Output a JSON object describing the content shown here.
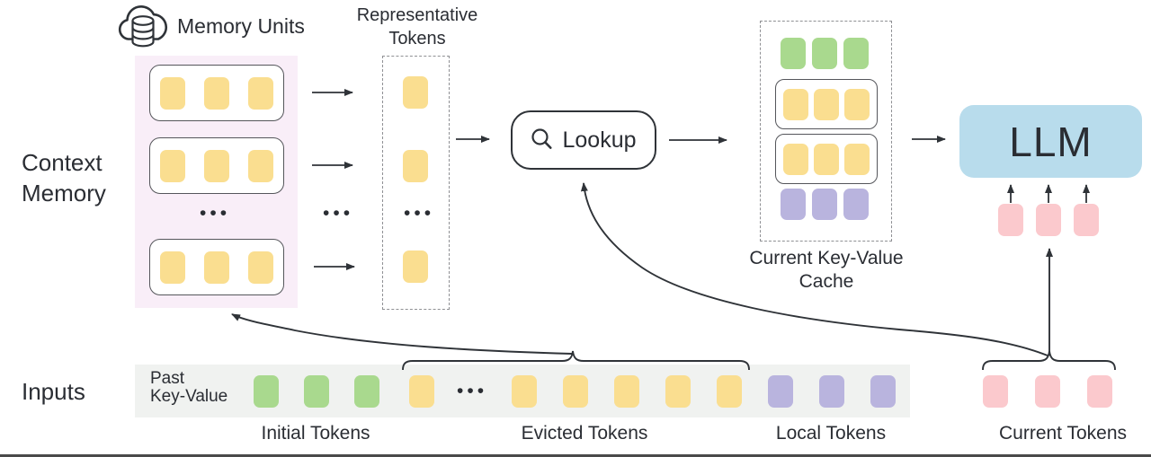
{
  "labels": {
    "memory_units": "Memory Units",
    "representative_line1": "Representative",
    "representative_line2": "Tokens",
    "context_line1": "Context",
    "context_line2": "Memory",
    "lookup": "Lookup",
    "cache_line1": "Current Key-Value",
    "cache_line2": "Cache",
    "llm": "LLM",
    "inputs": "Inputs",
    "past_kv_line1": "Past",
    "past_kv_line2": "Key-Value",
    "initial_tokens": "Initial Tokens",
    "evicted_tokens": "Evicted Tokens",
    "local_tokens": "Local Tokens",
    "current_tokens": "Current Tokens",
    "ellipsis": "•••"
  },
  "colors": {
    "yellow": "#FADE90",
    "green": "#A9D98E",
    "purple": "#B9B4DE",
    "pink": "#FBC9CD",
    "llm_blue": "#B8DCEC",
    "memory_bg": "#F9EEF8",
    "inputs_bg": "#F0F2F0",
    "stroke": "#2F3338",
    "text": "#2A2D33",
    "border_dark": "#55565B",
    "dashed": "#8F9094"
  },
  "tokens": {
    "unit_row": {
      "count": 3,
      "color": "yellow"
    },
    "rep_single": {
      "count": 1,
      "color": "yellow"
    },
    "cache_green": {
      "count": 3,
      "color": "green"
    },
    "cache_yellow": {
      "count": 3,
      "color": "yellow"
    },
    "cache_purple": {
      "count": 3,
      "color": "purple"
    },
    "llm_current": {
      "count": 3,
      "color": "pink"
    },
    "input_initial": {
      "count": 3,
      "color": "green"
    },
    "input_evicted_head": {
      "count": 1,
      "color": "yellow"
    },
    "input_evicted_tail": {
      "count": 5,
      "color": "yellow"
    },
    "input_local": {
      "count": 3,
      "color": "purple"
    },
    "input_current": {
      "count": 3,
      "color": "pink"
    }
  }
}
